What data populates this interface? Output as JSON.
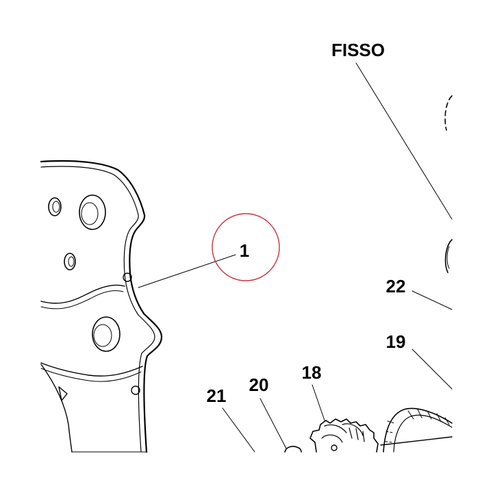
{
  "callouts": [
    {
      "id": "fisso",
      "text": "FISSO"
    },
    {
      "id": "p1",
      "text": "1"
    },
    {
      "id": "p22",
      "text": "22"
    },
    {
      "id": "p19",
      "text": "19"
    },
    {
      "id": "p18",
      "text": "18"
    },
    {
      "id": "p20",
      "text": "20"
    },
    {
      "id": "p21",
      "text": "21"
    }
  ],
  "highlight": {
    "color": "#c8323c"
  },
  "ink": "#000000"
}
